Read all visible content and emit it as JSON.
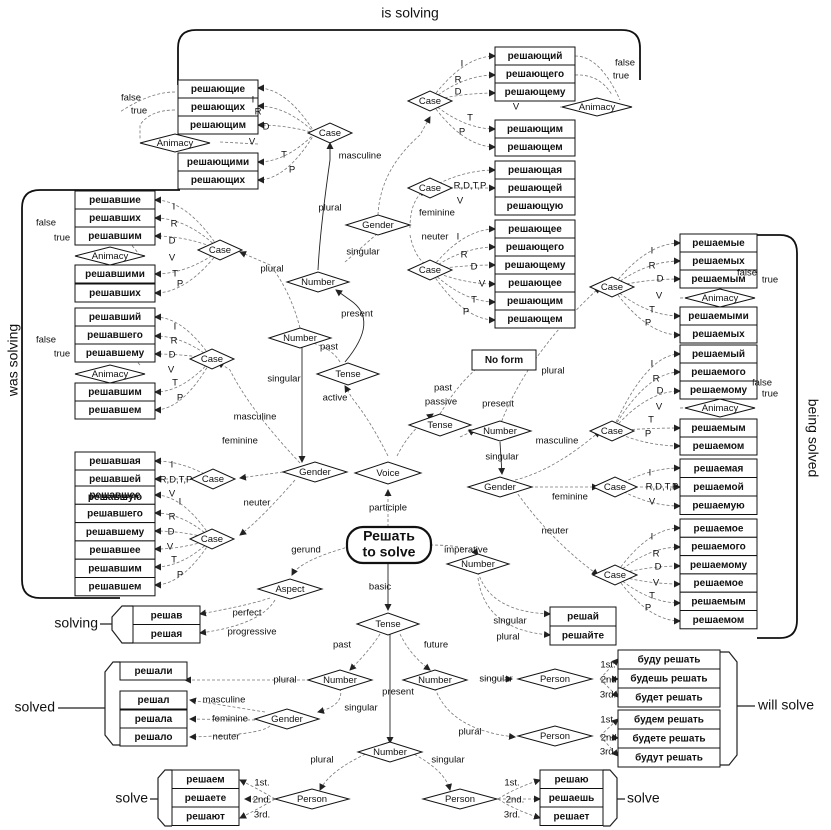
{
  "root": {
    "title": "Решать",
    "subtitle": "to solve"
  },
  "labels": {
    "is_solving": "is solving",
    "was_solving": "was solving",
    "being_solved": "being solved",
    "solving": "solving",
    "solved": "solved",
    "will_solve": "will solve",
    "solve_left": "solve",
    "solve_right": "solve"
  },
  "edge_labels": {
    "participle": "participle",
    "gerund": "gerund",
    "imperative": "imperative",
    "basic": "basic",
    "active": "active",
    "passive": "passive",
    "present": "present",
    "past": "past",
    "plural": "plural",
    "singular": "singular",
    "masculine": "masculine",
    "feminine": "feminine",
    "neuter": "neuter",
    "perfect": "perfect",
    "progressive": "progressive",
    "future": "future",
    "false": "false",
    "true": "true",
    "I": "I",
    "R": "R",
    "D": "D",
    "V": "V",
    "T": "T",
    "P": "P",
    "RDTP": "R,D,T,P",
    "first": "1st.",
    "second": "2nd.",
    "third": "3rd."
  },
  "nodes": {
    "voice": "Voice",
    "tense": "Tense",
    "number": "Number",
    "gender": "Gender",
    "case": "Case",
    "animacy": "Animacy",
    "aspect": "Aspect",
    "person": "Person"
  },
  "no_form": "No form",
  "words": {
    "present_active": {
      "plural": [
        "решающие",
        "решающих",
        "решающим",
        "решающими",
        "решающих"
      ],
      "masculine": [
        "решающий",
        "решающего",
        "решающему",
        "решающим",
        "решающем"
      ],
      "feminine": [
        "решающая",
        "решающей",
        "решающую"
      ],
      "neuter": [
        "решающее",
        "решающего",
        "решающему",
        "решающее",
        "решающим",
        "решающем"
      ]
    },
    "past_active": {
      "plural": [
        "решавшие",
        "решавших",
        "решавшим",
        "решавшими",
        "решавших"
      ],
      "masculine": [
        "решавший",
        "решавшего",
        "решавшему",
        "решавшим",
        "решавшем"
      ],
      "feminine": [
        "решавшая",
        "решавшей",
        "решавшую"
      ],
      "neuter": [
        "решавшее",
        "решавшего",
        "решавшему",
        "решавшее",
        "решавшим",
        "решавшем"
      ]
    },
    "present_passive": {
      "plural": [
        "решаемые",
        "решаемых",
        "решаемым",
        "решаемыми",
        "решаемых"
      ],
      "masculine": [
        "решаемый",
        "решаемого",
        "решаемому",
        "решаемым",
        "решаемом"
      ],
      "feminine": [
        "решаемая",
        "решаемой",
        "решаемую"
      ],
      "neuter": [
        "решаемое",
        "решаемого",
        "решаемому",
        "решаемое",
        "решаемым",
        "решаемом"
      ]
    },
    "gerund": [
      "решав",
      "решая"
    ],
    "imperative": [
      "решай",
      "решайте"
    ],
    "past": {
      "plural": "решали",
      "masculine": "решал",
      "feminine": "решала",
      "neuter": "решало"
    },
    "future_singular": [
      "буду решать",
      "будешь решать",
      "будет решать"
    ],
    "future_plural": [
      "будем решать",
      "будете решать",
      "будут решать"
    ],
    "present_plural": [
      "решаем",
      "решаете",
      "решают"
    ],
    "present_singular": [
      "решаю",
      "решаешь",
      "решает"
    ]
  }
}
